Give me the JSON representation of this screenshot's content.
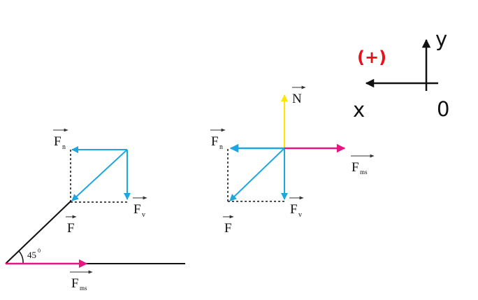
{
  "colors": {
    "cyan": "#1fa6e0",
    "magenta": "#e6157f",
    "yellow": "#ffe600",
    "black": "#111111",
    "red": "#e8111a"
  },
  "labels": {
    "left_Fn": "F",
    "left_Fn_sub": "n",
    "left_Fv": "F",
    "left_Fv_sub": "v",
    "left_F": "F",
    "left_Fms": "F",
    "left_Fms_sub": "ms",
    "angle": "45",
    "angle_sup": "0",
    "mid_N": "N",
    "mid_Fn": "F",
    "mid_Fn_sub": "n",
    "mid_Fv": "F",
    "mid_Fv_sub": "v",
    "mid_F": "F",
    "mid_Fms": "F",
    "mid_Fms_sub": "ms",
    "axis_y": "y",
    "axis_x": "x",
    "axis_origin": "0",
    "axis_positive": "(+)"
  }
}
